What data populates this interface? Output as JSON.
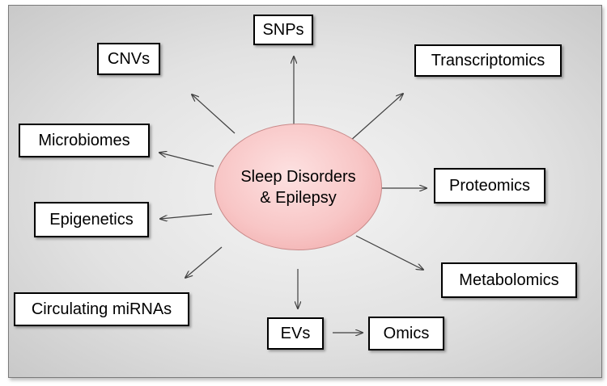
{
  "center": {
    "line1": "Sleep Disorders",
    "line2": "& Epilepsy"
  },
  "nodes": {
    "snps": "SNPs",
    "cnvs": "CNVs",
    "transcriptomics": "Transcriptomics",
    "microbiomes": "Microbiomes",
    "proteomics": "Proteomics",
    "epigenetics": "Epigenetics",
    "metabolomics": "Metabolomics",
    "circulating_mirnas": "Circulating miRNAs",
    "evs": "EVs",
    "omics": "Omics"
  },
  "colors": {
    "center_fill": "#f8c6c6",
    "box_border": "#000000",
    "arrow": "#404040"
  }
}
